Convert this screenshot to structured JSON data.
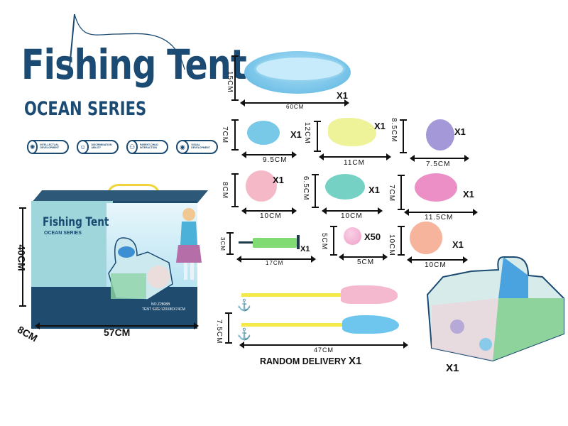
{
  "brand": {
    "title": "Fishing Tent",
    "subtitle": "OCEAN SERIES",
    "primary_color": "#1b4a72"
  },
  "features": [
    {
      "icon": "brain-icon",
      "label": "Intellectual Development"
    },
    {
      "icon": "discrimination-icon",
      "label": "Discrimination Ability"
    },
    {
      "icon": "parent-child-icon",
      "label": "Parent-Child Interaction"
    },
    {
      "icon": "visual-icon",
      "label": "Visual Development"
    }
  ],
  "package": {
    "title": "Fishing Tent",
    "subtitle": "OCEAN SERIES",
    "model": "NO.Z2808B",
    "tent_size": "TENT SIZE:120X80X74CM",
    "dims": {
      "height": "40CM",
      "width": "57CM",
      "depth": "8CM"
    }
  },
  "items": [
    {
      "name": "Inflatable pool",
      "h": "15CM",
      "w": "60CM",
      "qty": "X1"
    },
    {
      "name": "Blue fish",
      "h": "7CM",
      "w": "9.5CM",
      "qty": "X1"
    },
    {
      "name": "Yellow stingray",
      "h": "12CM",
      "w": "11CM",
      "qty": "X1"
    },
    {
      "name": "Purple octopus",
      "h": "8.5CM",
      "w": "7.5CM",
      "qty": "X1"
    },
    {
      "name": "Pink dolphin",
      "h": "8CM",
      "w": "10CM",
      "qty": "X1"
    },
    {
      "name": "Green whale",
      "h": "6.5CM",
      "w": "10CM",
      "qty": "X1"
    },
    {
      "name": "Pink crab",
      "h": "7CM",
      "w": "11.5CM",
      "qty": "X1"
    },
    {
      "name": "Air pump",
      "h": "3CM",
      "w": "17CM",
      "qty": "X1"
    },
    {
      "name": "Ocean ball",
      "h": "5CM",
      "w": "5CM",
      "qty": "X50"
    },
    {
      "name": "Turtle",
      "h": "10CM",
      "w": "10CM",
      "qty": "X1"
    }
  ],
  "rods": {
    "h": "7.5CM",
    "w": "47CM",
    "label": "RANDOM DELIVERY",
    "qty": "X1"
  },
  "tent": {
    "qty": "X1"
  }
}
